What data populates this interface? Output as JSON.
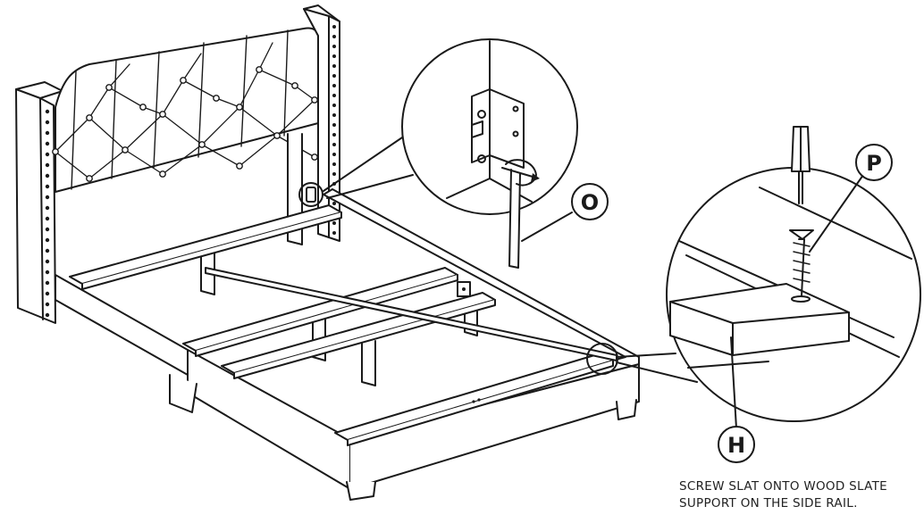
{
  "callouts": {
    "bracket_tool": "O",
    "screw": "P",
    "slat_joint": "H"
  },
  "caption": {
    "line1": "SCREW SLAT ONTO WOOD SLATE",
    "line2": "SUPPORT ON THE SIDE RAIL."
  },
  "colors": {
    "ink": "#1a1a1a",
    "paper": "#ffffff"
  }
}
